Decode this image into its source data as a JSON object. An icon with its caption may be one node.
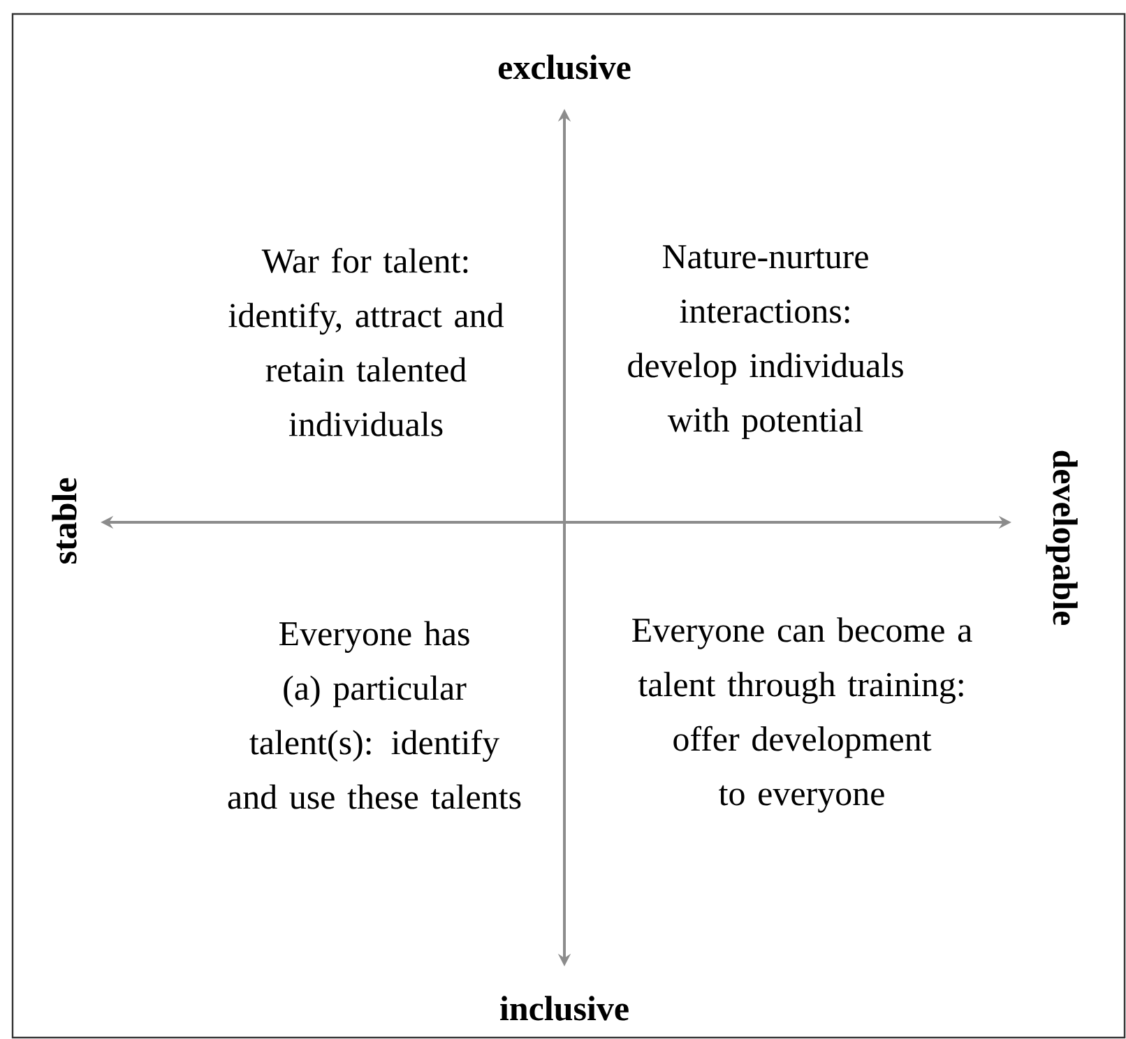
{
  "diagram": {
    "labels": [
      "exclusive",
      "War for talent: identify, attract and retain talented individuals",
      "Nature-nurture interactions: develop individuals with potential",
      "stable",
      "developable",
      "Everyone has (a) particular talent(s): identify and use these talents",
      "Everyone can become a talent through training: offer development to everyone",
      "inclusive"
    ]
  }
}
